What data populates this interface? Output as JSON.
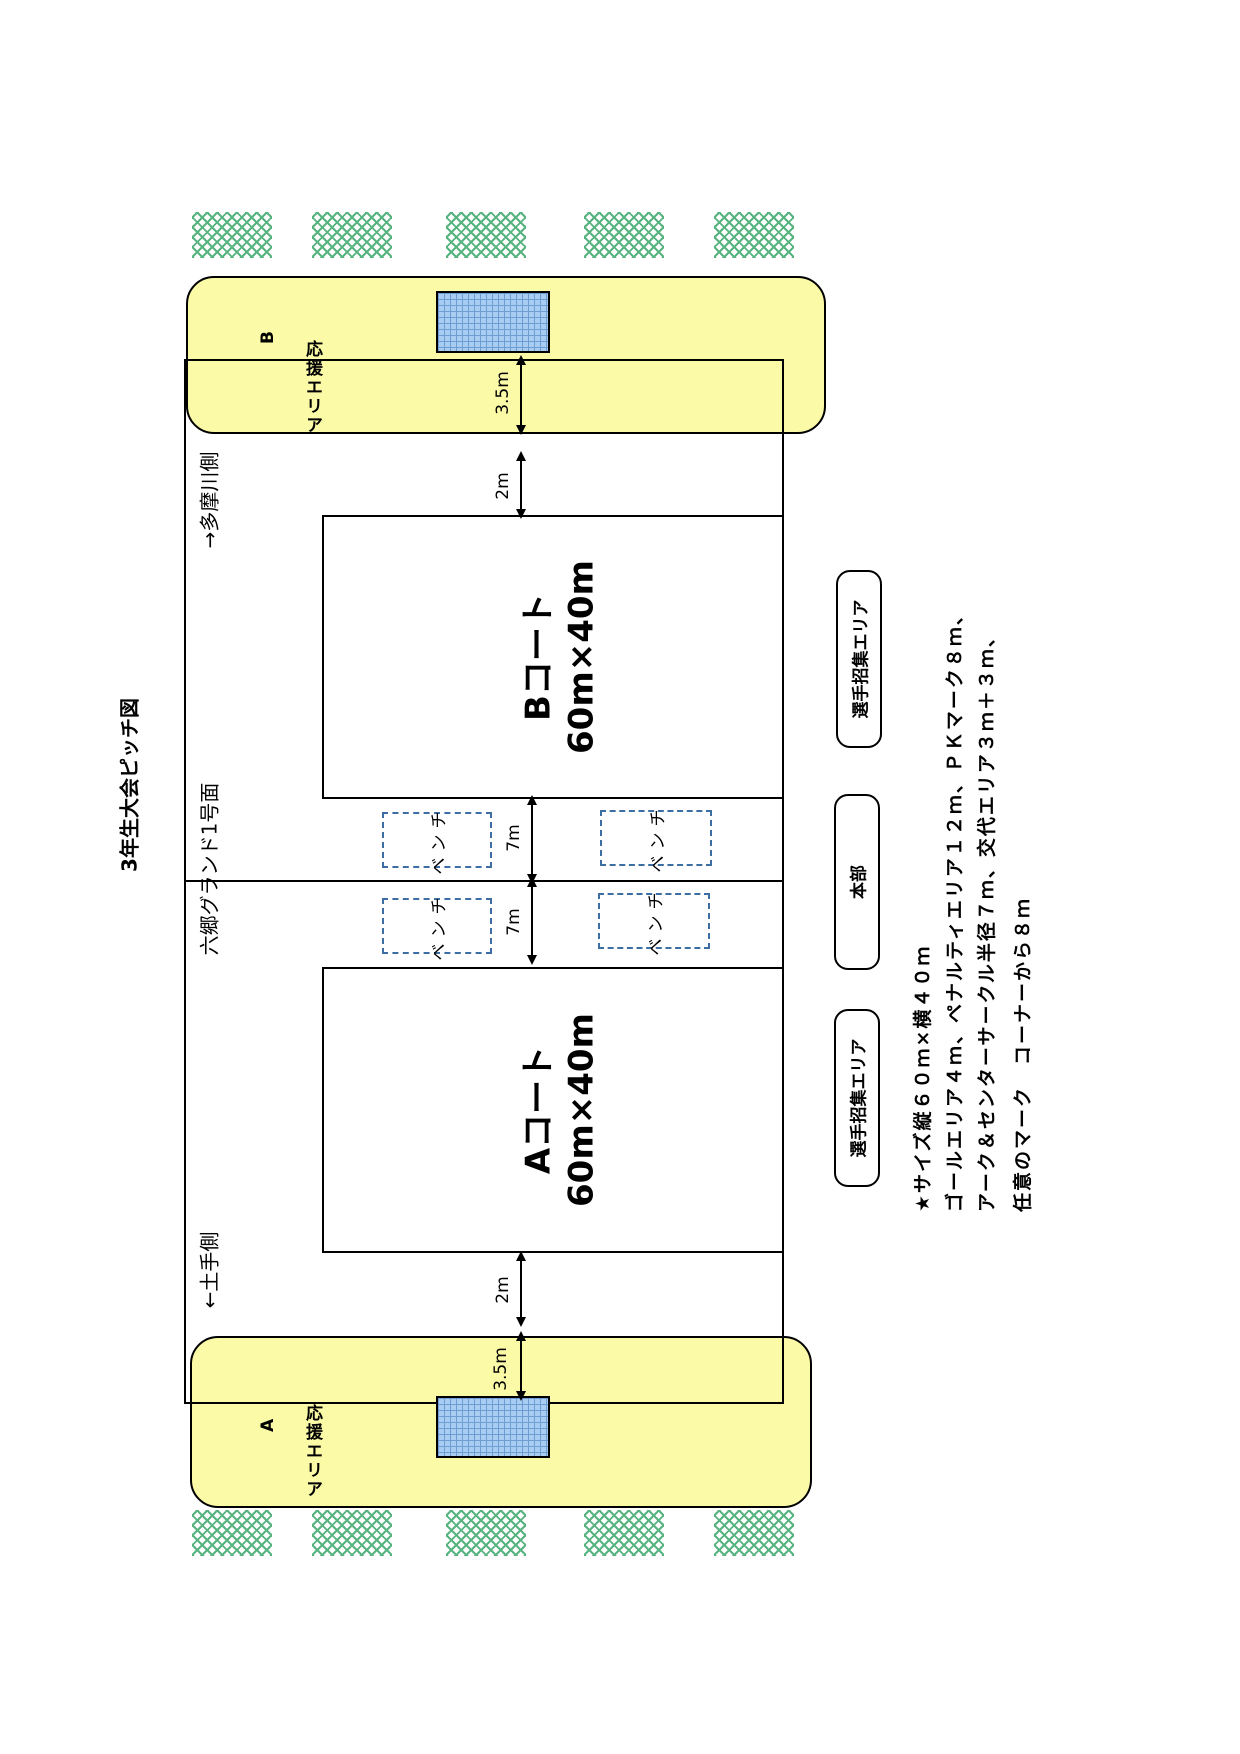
{
  "title": "3年生大会ピッチ図",
  "ground_name": "六郷グランド1号面",
  "direction_left": "←土手側",
  "direction_right": "→多摩川側",
  "courts": [
    {
      "name": "Aコート",
      "size": "60m×40m"
    },
    {
      "name": "Bコート",
      "size": "60m×40m"
    }
  ],
  "cheer_areas": [
    {
      "team": "A",
      "label": "応援エリア"
    },
    {
      "team": "B",
      "label": "応援エリア"
    }
  ],
  "bench_label": "ベンチ",
  "player_recruit_area": "選手招集エリア",
  "headquarters": "本部",
  "dimensions": {
    "goal_gap": "3.5m",
    "court_gap": "2m",
    "bench_gap": "7m"
  },
  "notes": [
    "★サイズ縦６０ｍ×横４０ｍ",
    "ゴールエリア４ｍ、ペナルティエリア１２ｍ、ＰＫマーク８ｍ、",
    "アーク＆センターサークル半径７ｍ、交代エリア３ｍ＋３ｍ、",
    "任意のマーク　コーナーから８ｍ"
  ],
  "colors": {
    "cheer_area": "#fbfaa6",
    "goal": "#a9cdf2",
    "bench_border": "#3d6ea3",
    "grass": "#3aa86a"
  }
}
